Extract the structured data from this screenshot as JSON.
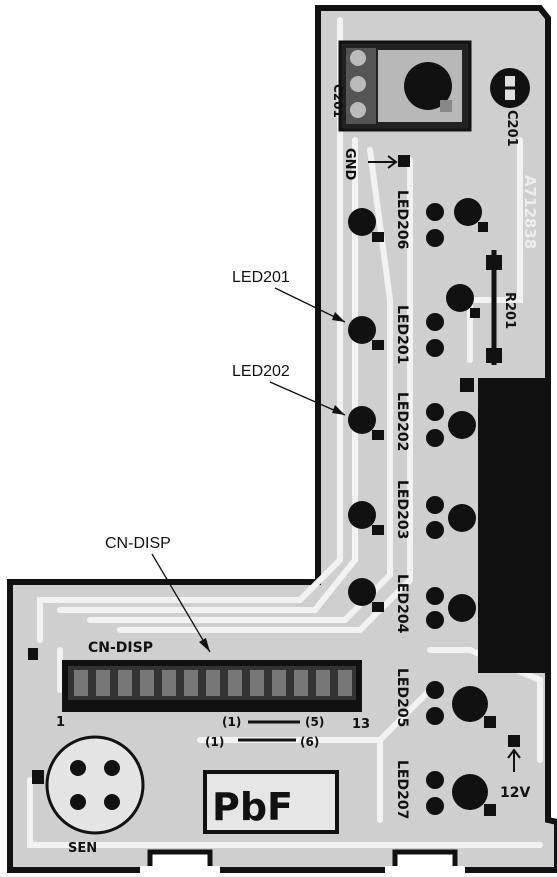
{
  "callouts": {
    "led201": "LED201",
    "led202": "LED202",
    "cn_disp": "CN-DISP"
  },
  "silkscreen": {
    "board_code": "A712838",
    "c201": "C201",
    "r201": "R201",
    "gnd": "GND",
    "c201_conn": "C201",
    "led206": "LED206",
    "led201": "LED201",
    "led202": "LED202",
    "led203": "LED203",
    "led204": "LED204",
    "led205": "LED205",
    "led207": "LED207",
    "cn_disp": "CN-DISP",
    "pin_first": "1",
    "pin_last": "13",
    "pad_1a": "(1)",
    "pad_1b": "(1)",
    "pad_5": "(5)",
    "pad_6": "(6)",
    "pbf": "PbF",
    "sen": "SEN",
    "v12": "12V"
  }
}
